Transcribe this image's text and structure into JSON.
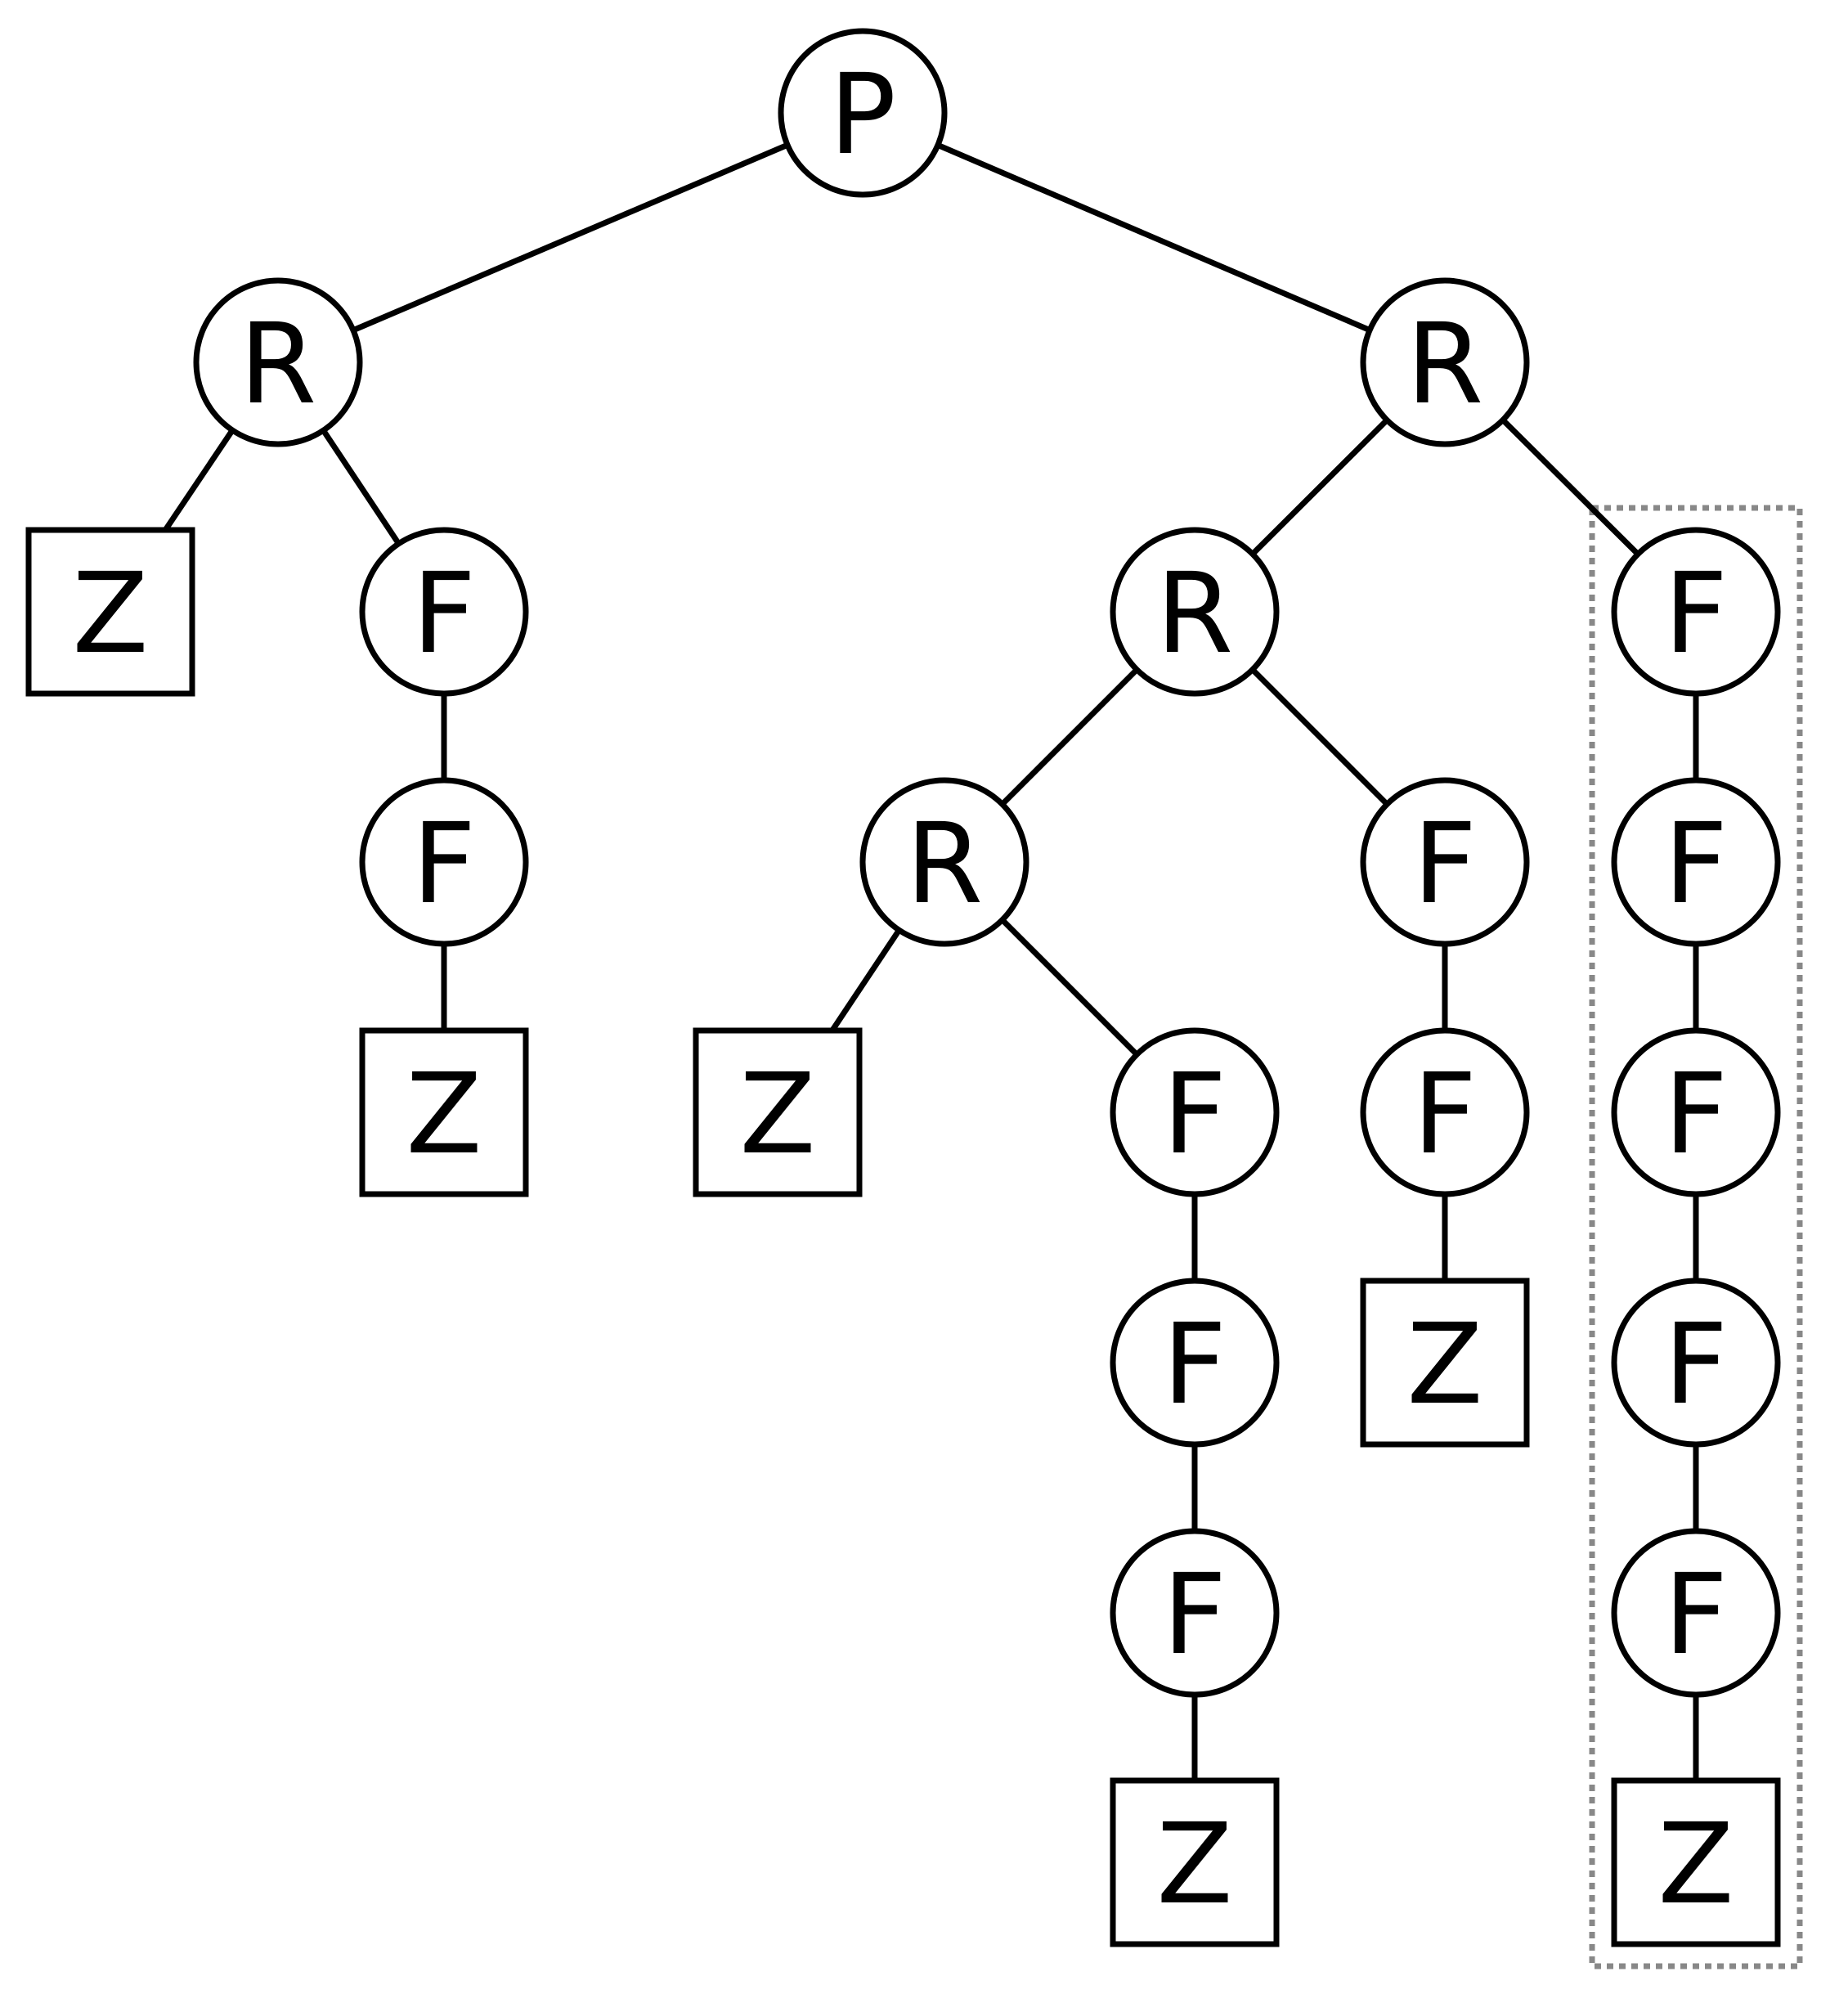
{
  "colors": {
    "stroke": "#000000",
    "background": "#ffffff",
    "highlight_box": "#888888"
  },
  "tree": {
    "nodes": [
      {
        "id": "p",
        "label": "P",
        "shape": "circle"
      },
      {
        "id": "r1",
        "label": "R",
        "shape": "circle"
      },
      {
        "id": "r2",
        "label": "R",
        "shape": "circle"
      },
      {
        "id": "z1",
        "label": "Z",
        "shape": "square"
      },
      {
        "id": "f1a",
        "label": "F",
        "shape": "circle"
      },
      {
        "id": "f1b",
        "label": "F",
        "shape": "circle"
      },
      {
        "id": "z2",
        "label": "Z",
        "shape": "square"
      },
      {
        "id": "r3",
        "label": "R",
        "shape": "circle"
      },
      {
        "id": "r4",
        "label": "R",
        "shape": "circle"
      },
      {
        "id": "z3",
        "label": "Z",
        "shape": "square"
      },
      {
        "id": "f4a",
        "label": "F",
        "shape": "circle"
      },
      {
        "id": "f4b",
        "label": "F",
        "shape": "circle"
      },
      {
        "id": "f4c",
        "label": "F",
        "shape": "circle"
      },
      {
        "id": "z4",
        "label": "Z",
        "shape": "square"
      },
      {
        "id": "f3a",
        "label": "F",
        "shape": "circle"
      },
      {
        "id": "f3b",
        "label": "F",
        "shape": "circle"
      },
      {
        "id": "z5",
        "label": "Z",
        "shape": "square"
      },
      {
        "id": "f2a",
        "label": "F",
        "shape": "circle"
      },
      {
        "id": "f2b",
        "label": "F",
        "shape": "circle"
      },
      {
        "id": "f2c",
        "label": "F",
        "shape": "circle"
      },
      {
        "id": "f2d",
        "label": "F",
        "shape": "circle"
      },
      {
        "id": "f2e",
        "label": "F",
        "shape": "circle"
      },
      {
        "id": "z6",
        "label": "Z",
        "shape": "square"
      }
    ],
    "edges": [
      [
        "p",
        "r1"
      ],
      [
        "p",
        "r2"
      ],
      [
        "r1",
        "z1"
      ],
      [
        "r1",
        "f1a"
      ],
      [
        "f1a",
        "f1b"
      ],
      [
        "f1b",
        "z2"
      ],
      [
        "r2",
        "r3"
      ],
      [
        "r2",
        "f2a"
      ],
      [
        "r3",
        "r4"
      ],
      [
        "r3",
        "f3a"
      ],
      [
        "r4",
        "z3"
      ],
      [
        "r4",
        "f4a"
      ],
      [
        "f4a",
        "f4b"
      ],
      [
        "f4b",
        "f4c"
      ],
      [
        "f4c",
        "z4"
      ],
      [
        "f3a",
        "f3b"
      ],
      [
        "f3b",
        "z5"
      ],
      [
        "f2a",
        "f2b"
      ],
      [
        "f2b",
        "f2c"
      ],
      [
        "f2c",
        "f2d"
      ],
      [
        "f2d",
        "f2e"
      ],
      [
        "f2e",
        "z6"
      ]
    ],
    "highlighted_group": [
      "f2a",
      "f2b",
      "f2c",
      "f2d",
      "f2e",
      "z6"
    ]
  }
}
